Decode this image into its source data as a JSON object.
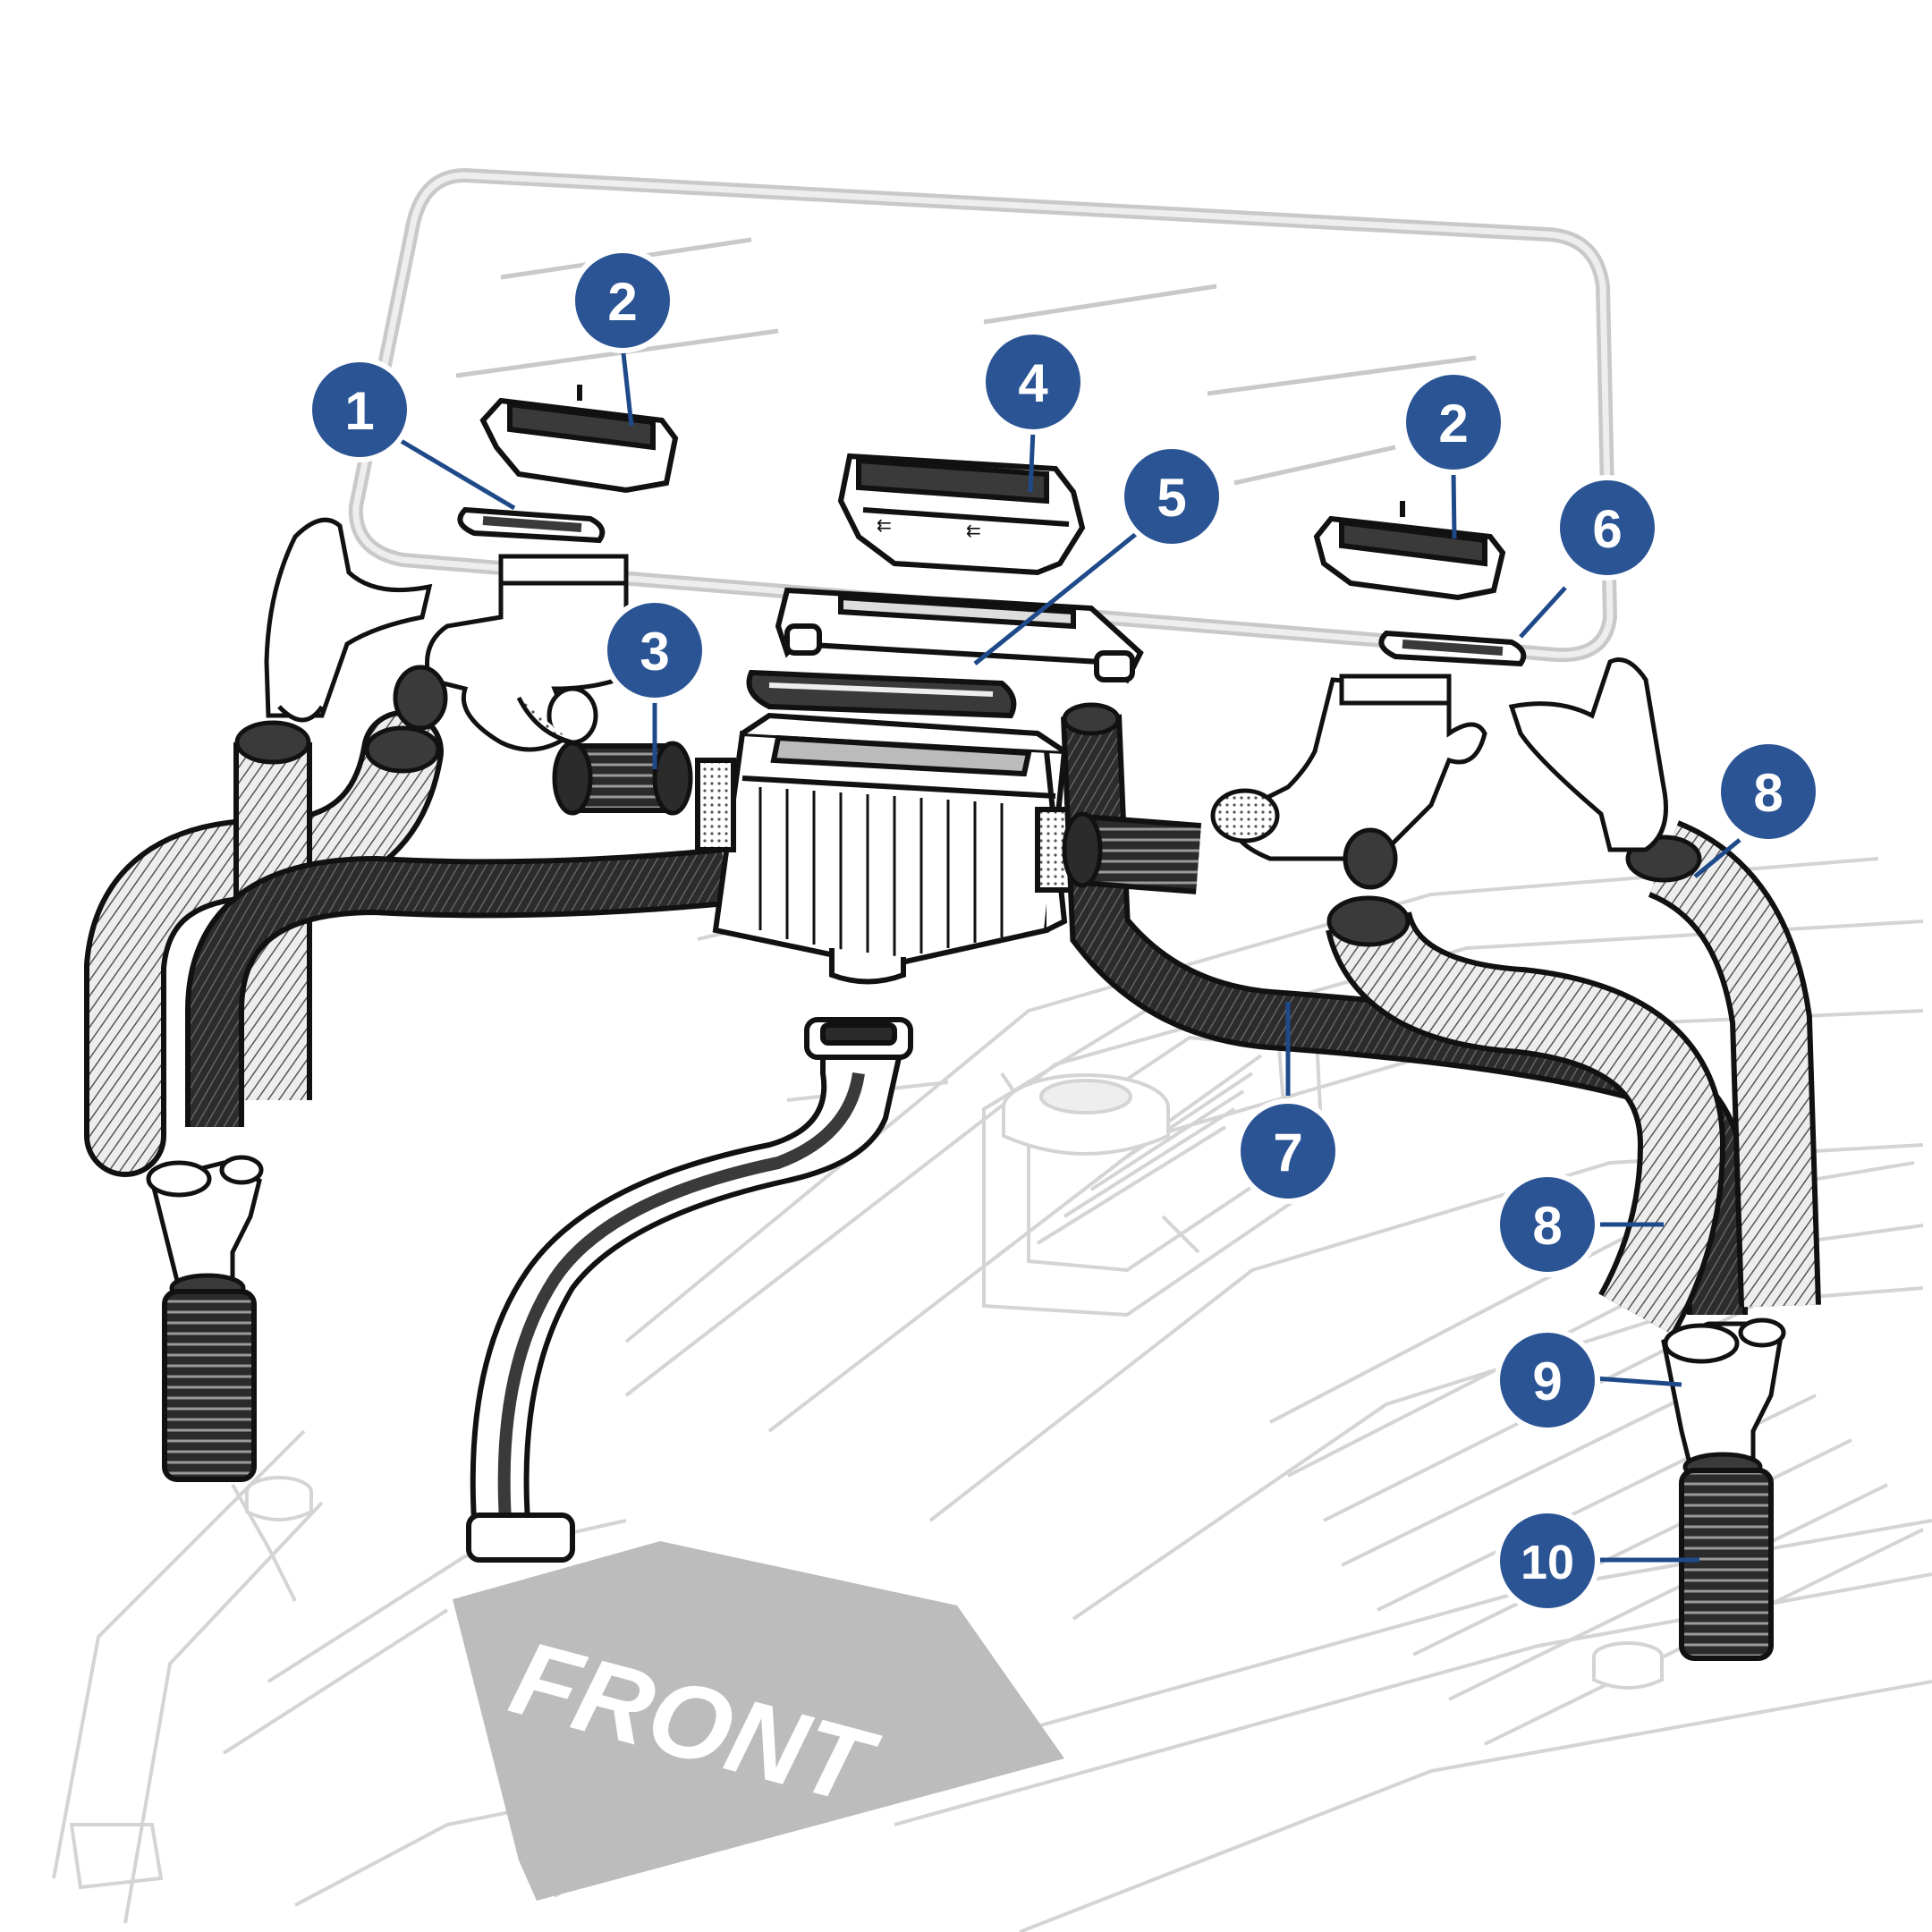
{
  "diagram": {
    "front_label": "FRONT",
    "callouts": [
      "1",
      "2",
      "2",
      "3",
      "4",
      "5",
      "6",
      "7",
      "8",
      "8",
      "9",
      "10"
    ],
    "colors": {
      "callout_fill": "#2b5494",
      "callout_line": "#1f4a8a",
      "outline": "#111111",
      "dark_hose": "#3a3a3a",
      "light_hose": "#e9e9e9",
      "ghost": "#d4d4d4",
      "arrow": "#b9b9b9"
    }
  }
}
